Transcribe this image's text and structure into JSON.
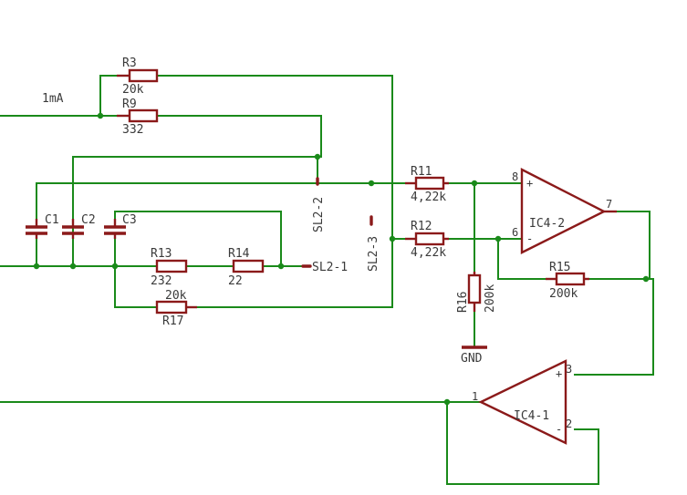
{
  "annotation": {
    "current": "1mA"
  },
  "resistors": {
    "r3": {
      "name": "R3",
      "value": "20k"
    },
    "r9": {
      "name": "R9",
      "value": "332"
    },
    "r11": {
      "name": "R11",
      "value": "4,22k"
    },
    "r12": {
      "name": "R12",
      "value": "4,22k"
    },
    "r13": {
      "name": "R13",
      "value": "232"
    },
    "r14": {
      "name": "R14",
      "value": "22"
    },
    "r15": {
      "name": "R15",
      "value": "200k"
    },
    "r16": {
      "name": "R16",
      "value": "200k"
    },
    "r17": {
      "name": "R17",
      "value": "20k"
    }
  },
  "capacitors": {
    "c1": "C1",
    "c2": "C2",
    "c3": "C3"
  },
  "switch_pins": {
    "sl2_1": "SL2-1",
    "sl2_2": "SL2-2",
    "sl2_3": "SL2-3"
  },
  "opamps": {
    "ic4_2": {
      "name": "IC4-2",
      "pin_plus": "8",
      "pin_minus": "6",
      "pin_out": "7"
    },
    "ic4_1": {
      "name": "IC4-1",
      "pin_plus": "3",
      "pin_minus": "2",
      "pin_out": "1"
    }
  },
  "ground": {
    "label": "GND"
  },
  "colors": {
    "wire": "#1a8a1a",
    "component": "#8b1a1a",
    "text": "#3a3a3a"
  }
}
